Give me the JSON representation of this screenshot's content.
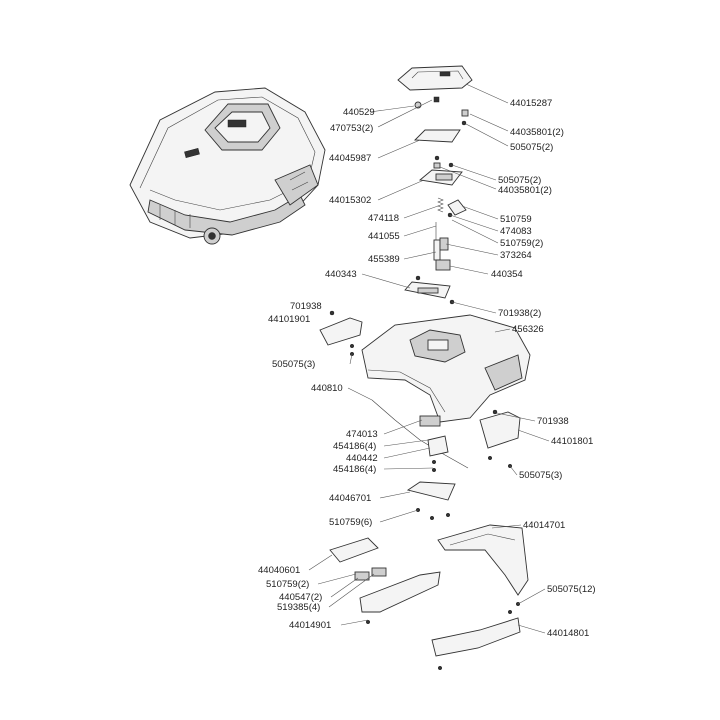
{
  "labels": {
    "l440529": "440529",
    "l470753_2": "470753(2)",
    "l44015287": "44015287",
    "l44035801_2_a": "44035801(2)",
    "l505075_2_a": "505075(2)",
    "l44045987": "44045987",
    "l505075_2_b": "505075(2)",
    "l44035801_2_b": "44035801(2)",
    "l44015302": "44015302",
    "l474118": "474118",
    "l510759": "510759",
    "l441055": "441055",
    "l474083": "474083",
    "l510759_2_a": "510759(2)",
    "l373264": "373264",
    "l455389": "455389",
    "l440354": "440354",
    "l440343": "440343",
    "l701938_a": "701938",
    "l701938_2": "701938(2)",
    "l44101901": "44101901",
    "l456326": "456326",
    "l505075_3_a": "505075(3)",
    "l440810": "440810",
    "l701938_b": "701938",
    "l474013": "474013",
    "l454186_4_a": "454186(4)",
    "l44101801": "44101801",
    "l440442": "440442",
    "l454186_4_b": "454186(4)",
    "l505075_3_b": "505075(3)",
    "l44046701": "44046701",
    "l510759_6": "510759(6)",
    "l44014701": "44014701",
    "l44040601": "44040601",
    "l510759_2_b": "510759(2)",
    "l440547_2": "440547(2)",
    "l519385_4": "519385(4)",
    "l505075_12": "505075(12)",
    "l44014901": "44014901",
    "l44014801": "44014801"
  }
}
